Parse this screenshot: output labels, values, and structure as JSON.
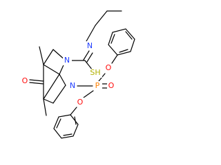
{
  "colors": {
    "bond": "#000000",
    "nitrogen": "#1e3cff",
    "oxygen": "#ff0d0d",
    "phosphorus": "#ff8000",
    "sulfur": "#b2b200",
    "background": "#ffffff"
  },
  "atoms": {
    "n_amine": {
      "text": "N",
      "color": "nitrogen"
    },
    "n_ring_top": {
      "text": "N",
      "color": "nitrogen"
    },
    "n_ring_bottom": {
      "text": "N",
      "color": "nitrogen"
    },
    "sh": {
      "text": "SH",
      "color": "sulfur"
    },
    "o_ketone": {
      "text": "O",
      "color": "oxygen"
    },
    "p": {
      "text": "P",
      "color": "phosphorus"
    },
    "o_double": {
      "text": "O",
      "color": "oxygen"
    },
    "o_top": {
      "text": "O",
      "color": "oxygen"
    },
    "o_bottom": {
      "text": "O",
      "color": "oxygen"
    }
  }
}
